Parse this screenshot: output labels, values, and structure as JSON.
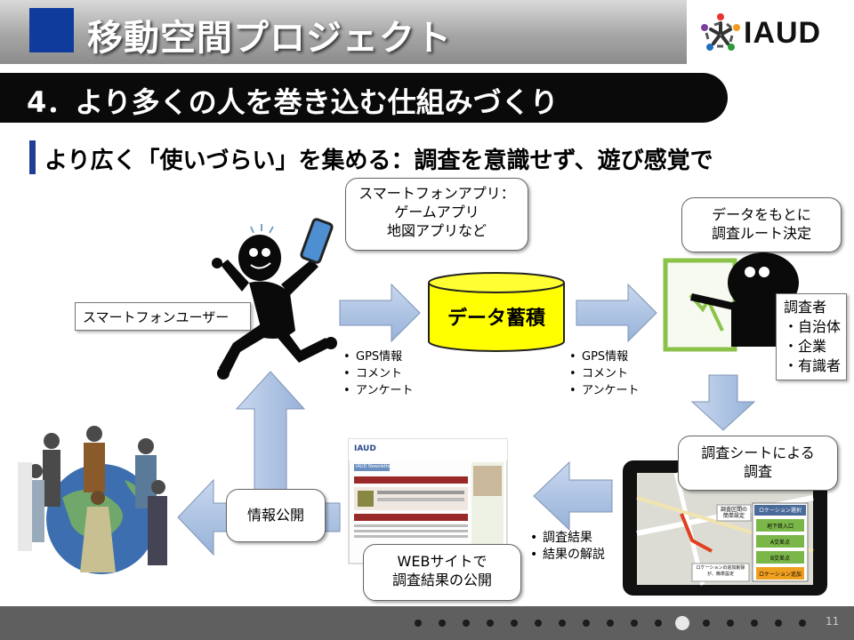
{
  "header": {
    "title": "移動空間プロジェクト",
    "logo_text": "IAUD",
    "accent": "#0f3c9c"
  },
  "section": {
    "title": "4．より多くの人を巻き込む仕組みづくり"
  },
  "subheading": "より広く「使いづらい」を集める：調査を意識せず、遊び感覚で",
  "diagram": {
    "app_callout": [
      "スマートフォンアプリ：",
      "ゲームアプリ",
      "地図アプリなど"
    ],
    "user_label": "スマートフォンユーザー",
    "database_label": "データ蓄積",
    "database_color": "#ffff00",
    "bullets_left": [
      "GPS情報",
      "コメント",
      "アンケート"
    ],
    "bullets_right": [
      "GPS情報",
      "コメント",
      "アンケート"
    ],
    "route_callout": [
      "データをもとに",
      "調査ルート決定"
    ],
    "investigators": {
      "title": "調査者",
      "items": [
        "・自治体",
        "・企業",
        "・有識者"
      ]
    },
    "survey_callout": [
      "調査シートによる",
      "調査"
    ],
    "results_bullets": [
      "調査結果",
      "結果の解説"
    ],
    "web_callout": [
      "WEBサイトで",
      "調査結果の公開"
    ],
    "info_label": "情報公開",
    "web_screenshot": {
      "logo": "IAUD",
      "newsletter": "IAUD Newsletter"
    },
    "tablet": {
      "menu_header": "ロケーション選択",
      "menu_items": [
        "地下鉄入口",
        "A交差点",
        "B交差点",
        "ロケーション追加"
      ],
      "route_note": "調査区間の簡単設定",
      "add_note": "ロケーションの追加削除が、簡単設定"
    }
  },
  "footer": {
    "page_number": "11",
    "dot_count": 17,
    "active_dot": 11
  }
}
